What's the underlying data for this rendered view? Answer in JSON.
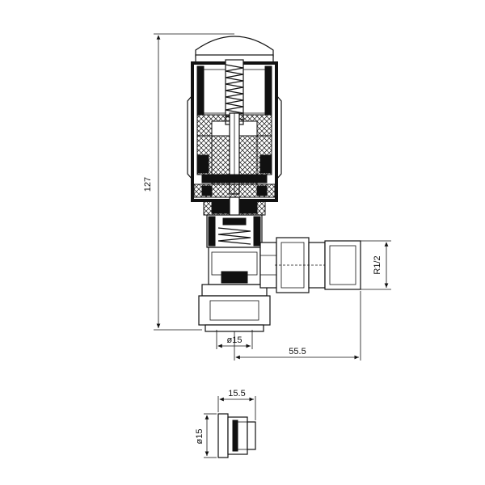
{
  "dimensions": {
    "overall_height": "127",
    "inlet_diameter": "ø15",
    "outlet_length": "55.5",
    "thread": "R1/2",
    "tail_length": "15.5",
    "tail_diameter": "ø15"
  }
}
